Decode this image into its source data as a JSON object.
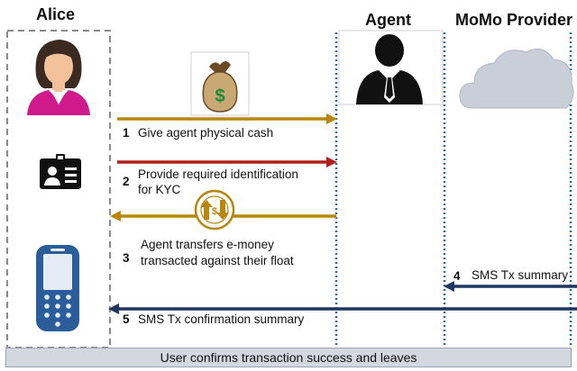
{
  "actors": {
    "alice": "Alice",
    "agent": "Agent",
    "provider": "MoMo Provider"
  },
  "steps": [
    {
      "number": "1",
      "text": "Give agent physical cash"
    },
    {
      "number": "2",
      "line1": "Provide required identification",
      "line2": "for KYC"
    },
    {
      "number": "3",
      "line1": "Agent transfers e-money",
      "line2": "transacted against their float"
    },
    {
      "number": "4",
      "text": "SMS Tx summary"
    },
    {
      "number": "5",
      "text": "SMS Tx confirmation summary"
    }
  ],
  "footer": "User confirms transaction success and leaves",
  "icons": {
    "money_bag_symbol": "$",
    "exchange_symbol": "$"
  },
  "colors": {
    "gold": "#b8860b",
    "red": "#b21f1f",
    "navy": "#1f3760",
    "dotted_line": "#2e6da4",
    "alice_box": "#8a8a8a",
    "phone": "#2a5d9a",
    "cloud": "#c9cfd9",
    "footer_bg": "#d3d7e0"
  }
}
